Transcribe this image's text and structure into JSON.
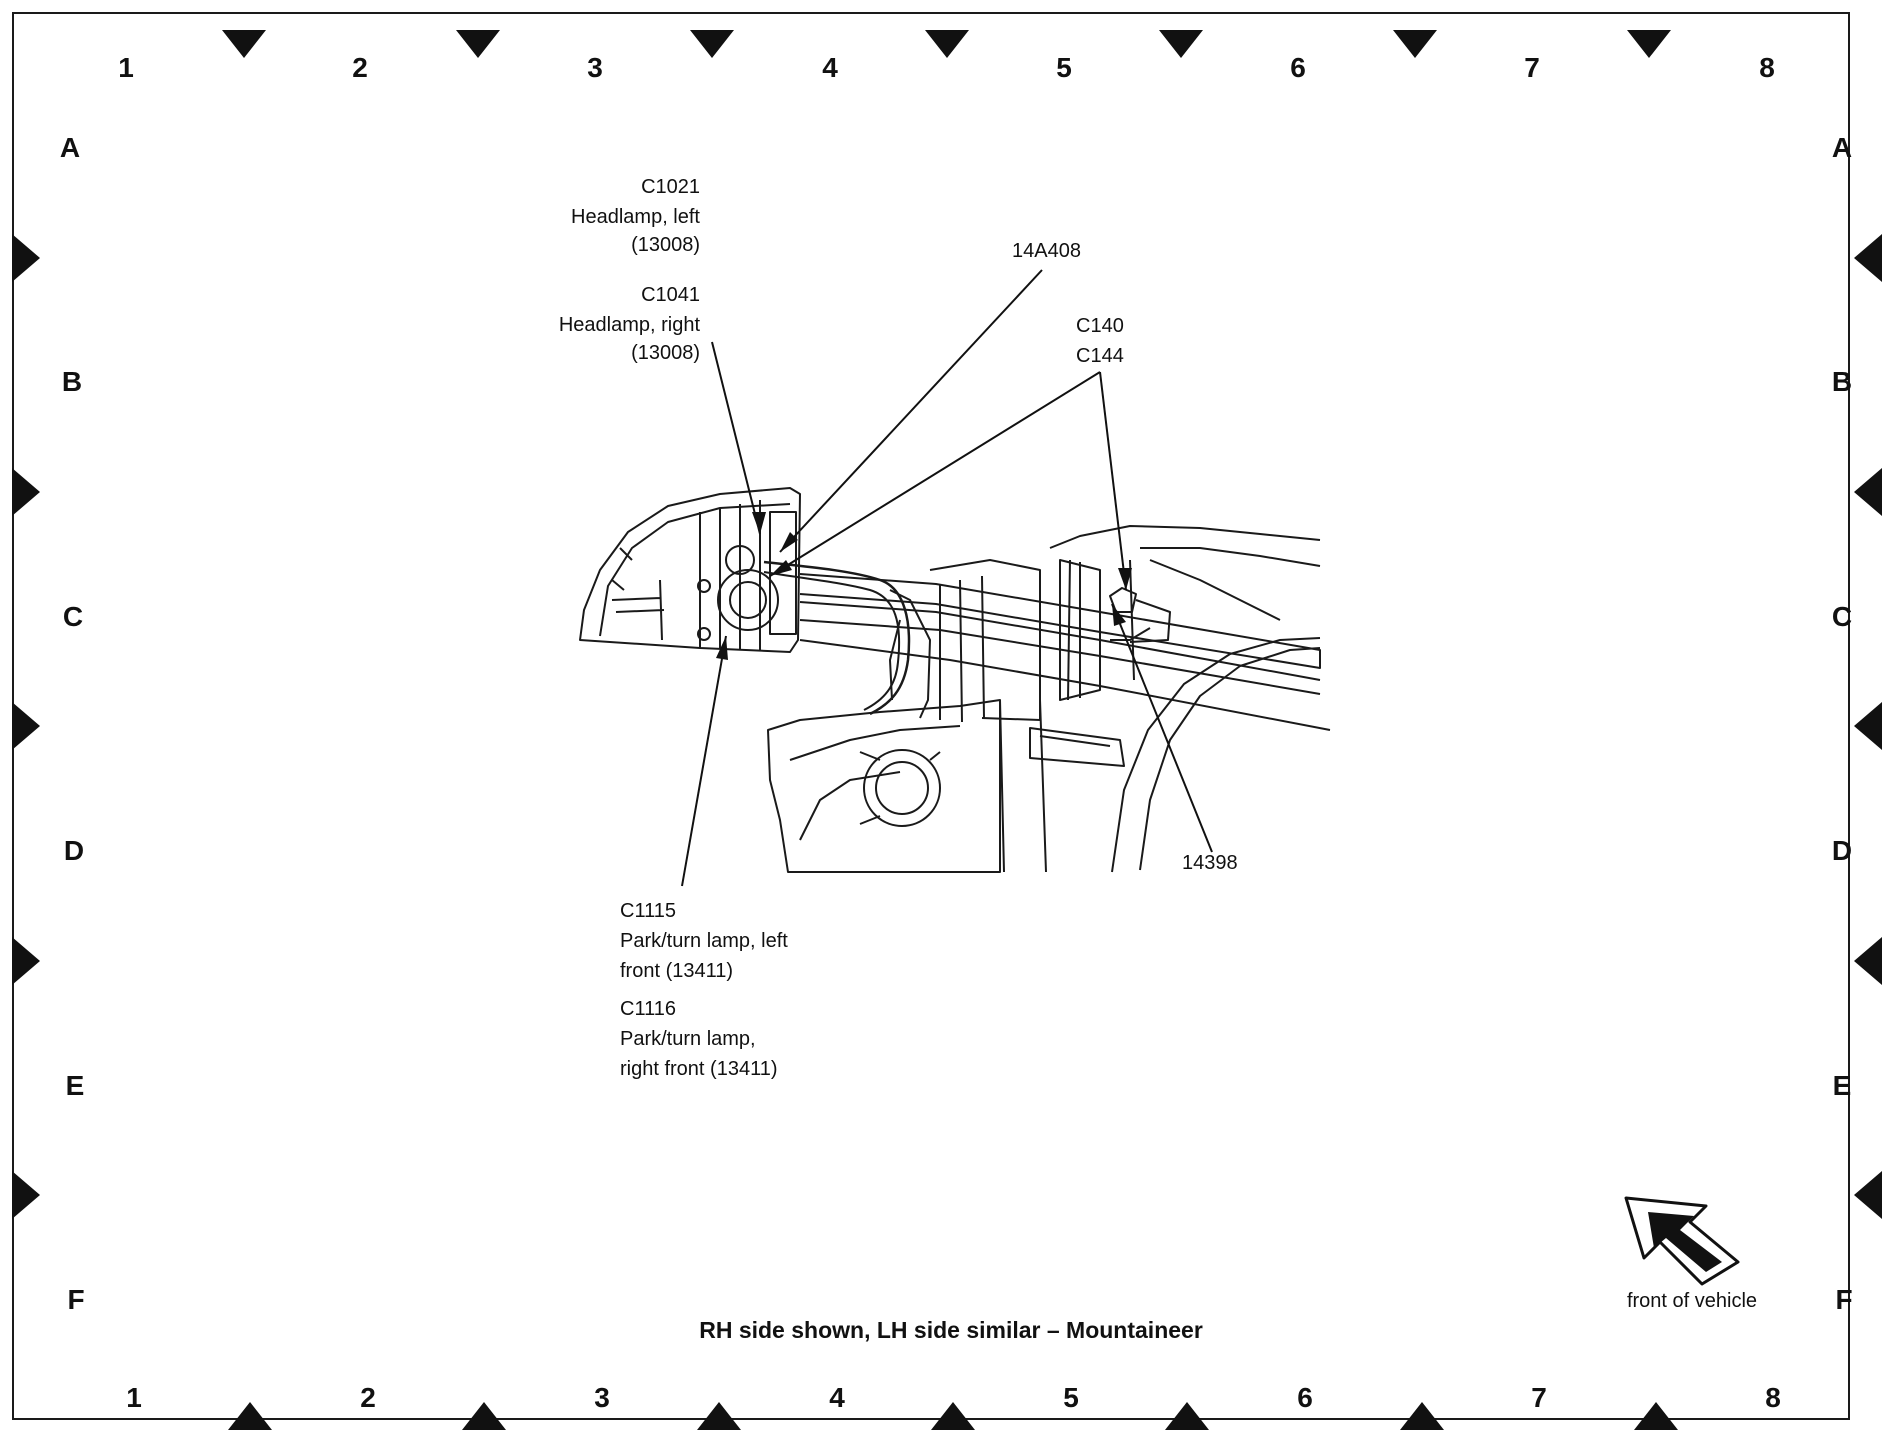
{
  "grid": {
    "columns_top": [
      "1",
      "2",
      "3",
      "4",
      "5",
      "6",
      "7",
      "8"
    ],
    "columns_bottom": [
      "1",
      "2",
      "3",
      "4",
      "5",
      "6",
      "7",
      "8"
    ],
    "rows_left": [
      "A",
      "B",
      "C",
      "D",
      "E",
      "F"
    ],
    "rows_right": [
      "A",
      "B",
      "C",
      "D",
      "E",
      "F"
    ]
  },
  "callouts": {
    "c1021": {
      "code": "C1021",
      "line1": "Headlamp, left",
      "line2": "(13008)"
    },
    "c1041": {
      "code": "C1041",
      "line1": "Headlamp, right",
      "line2": "(13008)"
    },
    "c14a408": {
      "code": "14A408"
    },
    "c140_144": {
      "code1": "C140",
      "code2": "C144"
    },
    "c14398": {
      "code": "14398"
    },
    "c1115": {
      "code": "C1115",
      "line1": "Park/turn lamp, left",
      "line2": "front (13411)"
    },
    "c1116": {
      "code": "C1116",
      "line1": "Park/turn lamp,",
      "line2": "right front (13411)"
    }
  },
  "caption": "RH side shown, LH side similar – Mountaineer",
  "front_of_vehicle": "front of vehicle",
  "colors": {
    "ink": "#1a1a1a",
    "marker": "#111111",
    "background": "#ffffff"
  }
}
